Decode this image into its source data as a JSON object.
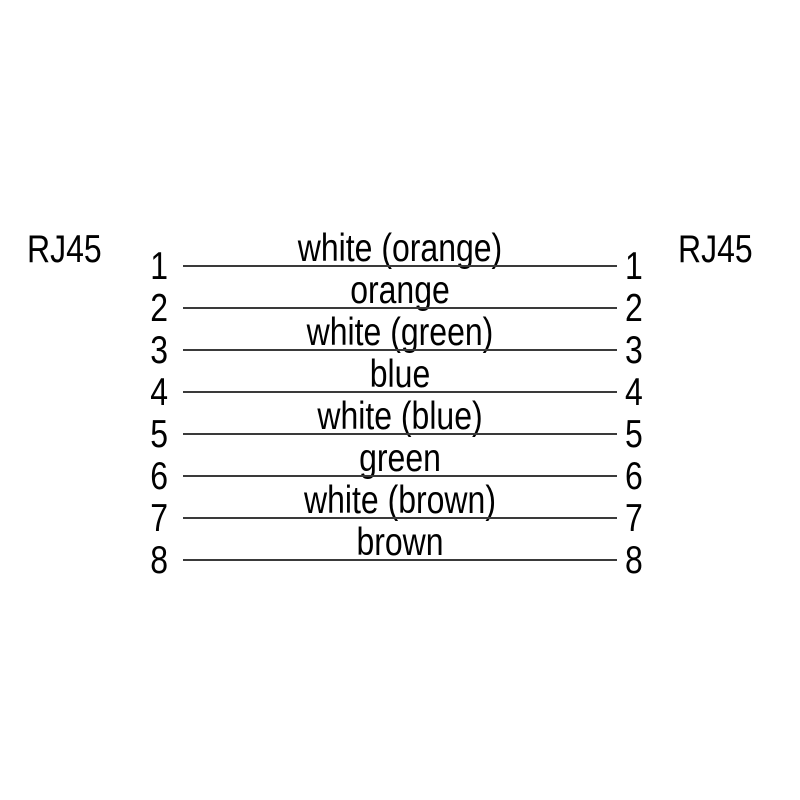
{
  "diagram": {
    "left_connector": "RJ45",
    "right_connector": "RJ45",
    "pins": [
      {
        "number": "1",
        "wire": "white (orange)"
      },
      {
        "number": "2",
        "wire": "orange"
      },
      {
        "number": "3",
        "wire": "white (green)"
      },
      {
        "number": "4",
        "wire": "blue"
      },
      {
        "number": "5",
        "wire": "white (blue)"
      },
      {
        "number": "6",
        "wire": "green"
      },
      {
        "number": "7",
        "wire": "white (brown)"
      },
      {
        "number": "8",
        "wire": "brown"
      }
    ],
    "colors": {
      "background": "#ffffff",
      "text": "#000000",
      "line": "#3a3a3a"
    }
  }
}
